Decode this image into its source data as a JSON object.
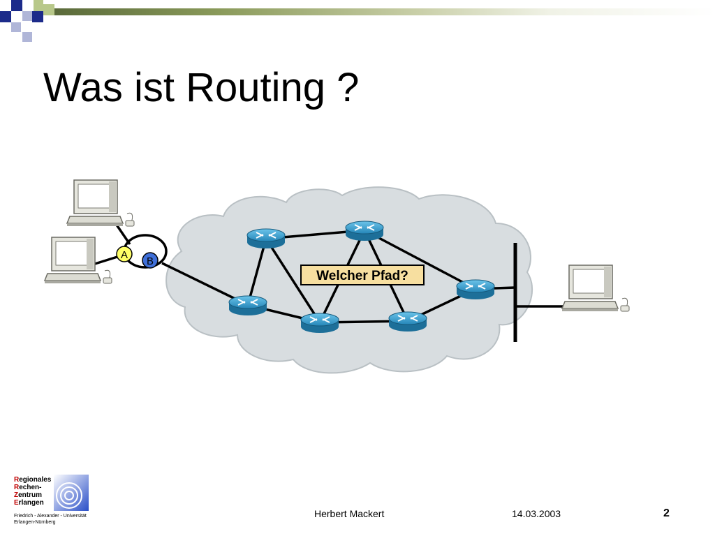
{
  "slide": {
    "title": "Was ist Routing ?"
  },
  "diagram": {
    "question_label": "Welcher Pfad?",
    "path_label_a": "A",
    "path_label_b": "B",
    "colors": {
      "cloud": "#d8dde0",
      "router": "#2f95c6",
      "label_bg": "#f7dfa0",
      "badge_a": "#ffff66",
      "badge_b": "#3f6fd8"
    }
  },
  "footer": {
    "author": "Herbert Mackert",
    "date": "14.03.2003",
    "page": "2"
  },
  "logo": {
    "line1_initial": "R",
    "line1_rest": "egionales",
    "line2_initial": "R",
    "line2_rest": "echen-",
    "line3_initial": "Z",
    "line3_rest": "entrum",
    "line4_initial": "E",
    "line4_rest": "rlangen",
    "sub1": "Friedrich - Alexander - Universität",
    "sub2": "Erlangen-Nürnberg"
  }
}
